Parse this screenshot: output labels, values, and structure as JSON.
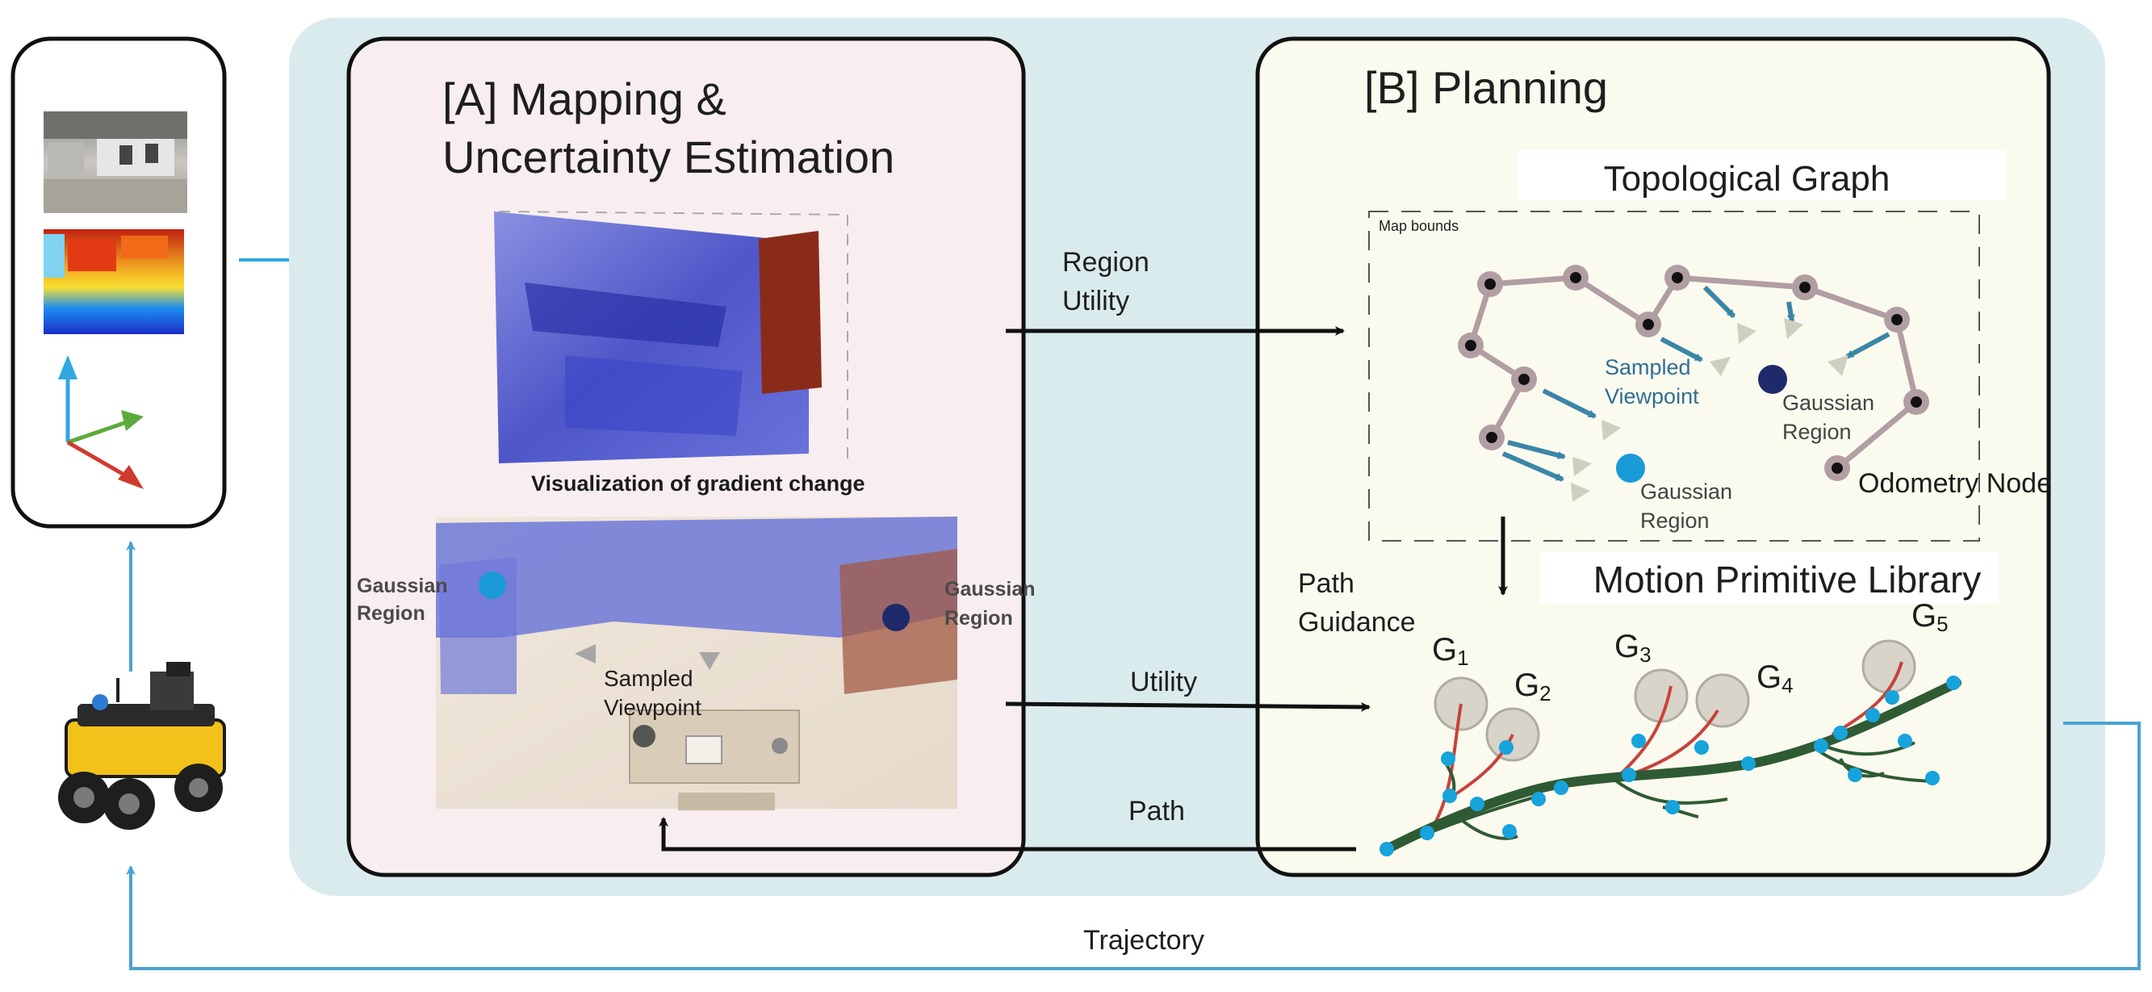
{
  "panel_a": {
    "title_line1": "[A] Mapping &",
    "title_line2": "Uncertainty Estimation",
    "viz_caption": "Visualization of gradient change",
    "gaussian_left_1": "Gaussian",
    "gaussian_left_2": "Region",
    "gaussian_right_1": "Gaussian",
    "gaussian_right_2": "Region",
    "sampled_1": "Sampled",
    "sampled_2": "Viewpoint"
  },
  "panel_b": {
    "title": "[B] Planning",
    "topo_title": "Topological Graph",
    "map_bounds": "Map bounds",
    "sampled_1": "Sampled",
    "sampled_2": "Viewpoint",
    "gaussian_center_1": "Gaussian",
    "gaussian_center_2": "Region",
    "gaussian_lower_1": "Gaussian",
    "gaussian_lower_2": "Region",
    "odometry_node": "Odometry Node",
    "mpl_title": "Motion Primitive Library",
    "path_guidance_1": "Path",
    "path_guidance_2": "Guidance",
    "goals": [
      {
        "letter": "G",
        "sub": "1"
      },
      {
        "letter": "G",
        "sub": "2"
      },
      {
        "letter": "G",
        "sub": "3"
      },
      {
        "letter": "G",
        "sub": "4"
      },
      {
        "letter": "G",
        "sub": "5"
      }
    ]
  },
  "flows": {
    "region_utility_1": "Region",
    "region_utility_2": "Utility",
    "utility": "Utility",
    "path": "Path",
    "trajectory": "Trajectory"
  },
  "colors": {
    "outer_bg": "#daebee",
    "panel_a_bg": "#f8eef0",
    "panel_b_bg": "#fbfaee",
    "flow_blue": "#4aa3d0",
    "arrow_teal": "#3a86a8",
    "graph_edge": "#b19ea3",
    "node_black": "#111111",
    "gaussian_dark": "#1f2a6b",
    "gaussian_light": "#1a9ad6",
    "path_green": "#2f5b34",
    "primitive_red": "#c8423a",
    "primitive_dot": "#17a3dc"
  }
}
